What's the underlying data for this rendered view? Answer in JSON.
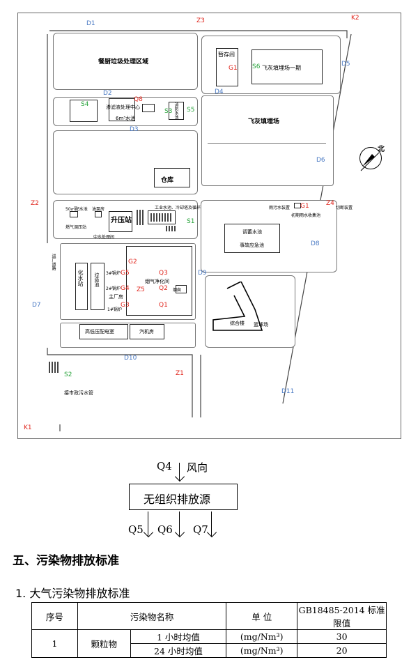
{
  "map": {
    "corners": {
      "top_left": "D1",
      "top_mid": "Z3",
      "top_right": "K2",
      "bottom_left": "K1"
    },
    "areas": {
      "kitchen_waste": "餐厨垃圾处理区域",
      "storage_room": "暂存间",
      "fly_ash_phase1": "飞灰填埋场一期",
      "fly_ash_landfill": "飞灰填埋场",
      "leachate_center": "渗滤液处理中心",
      "water_tank": "6m³水池",
      "sludge": "消防水池",
      "warehouse": "仓库",
      "tank_50": "50㎡配水池",
      "boost": "升压站",
      "oil_pump": "油泵房",
      "industrial_water": "工业水池、冷却塔及循环泵房",
      "oil_press": "燃气调压站",
      "stack": "中水处理间",
      "rain_gate": "雨污水装置",
      "rain_gate_label": "初期雨水收集池",
      "cut_off": "切断装置",
      "rain_pool": "调蓄水池",
      "accident_pool": "事故应急池",
      "chem_water": "化水站",
      "bunker": "垃圾池",
      "boiler3": "3#锅炉",
      "boiler2": "2#锅炉",
      "boiler1": "1#锅炉",
      "main_plant": "主厂房",
      "flue_gas": "烟气净化间",
      "chimney": "烟囱",
      "complex": "综合楼",
      "basketball": "篮球场",
      "hv_room": "高低压配电室",
      "turbine": "汽机房",
      "sewage_outlet": "接市政污水管",
      "main_road": "进厂道路"
    },
    "markers": {
      "red": [
        "Z3",
        "G1",
        "Q8",
        "Z2",
        "Z4",
        "G1",
        "G2",
        "G5",
        "Q3",
        "G4",
        "Z5",
        "Q2",
        "G3",
        "Q1",
        "Z1"
      ],
      "green": [
        "S6",
        "S4",
        "S3",
        "S5",
        "S1",
        "S2"
      ],
      "blue": [
        "D1",
        "D2",
        "D3",
        "D4",
        "D5",
        "D6",
        "D7",
        "D8",
        "D9",
        "D10",
        "D11"
      ],
      "compass_label": "北"
    }
  },
  "wind": {
    "q4": "Q4",
    "direction": "风向",
    "source": "无组织排放源",
    "q5": "Q5",
    "q6": "Q6",
    "q7": "Q7"
  },
  "section": {
    "title": "五、污染物排放标准"
  },
  "subsection": {
    "title": "1.  大气污染物排放标准"
  },
  "table": {
    "headers": {
      "no": "序号",
      "name": "污染物名称",
      "unit": "单  位",
      "limit": "GB18485-2014 标准限值"
    },
    "rows": [
      {
        "no": "1",
        "name": "颗粒物",
        "period": "1 小时均值",
        "unit": "(mg/Nm³)",
        "limit": "30"
      },
      {
        "period": "24 小时均值",
        "unit": "(mg/Nm³)",
        "limit": "20"
      }
    ]
  }
}
